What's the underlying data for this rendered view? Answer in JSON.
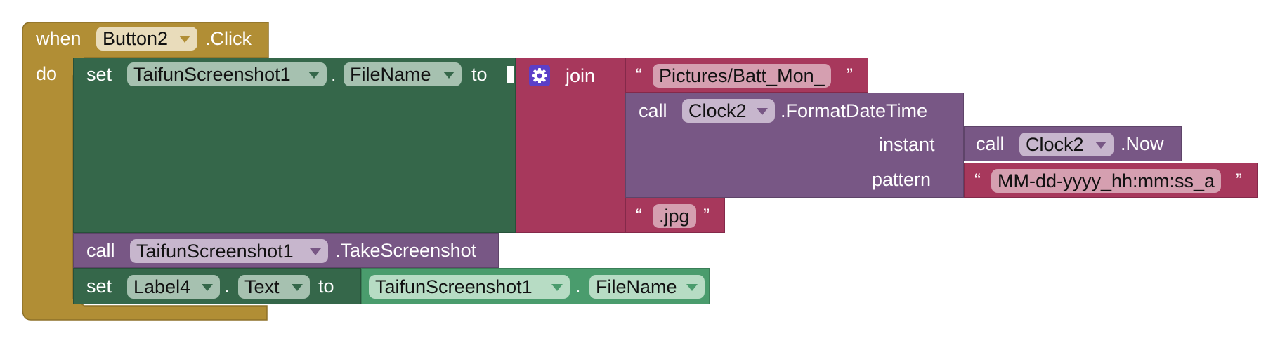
{
  "event_block": {
    "when_label": "when",
    "component": "Button2",
    "event": ".Click",
    "do_label": "do",
    "color": "#b18e35"
  },
  "set_filename": {
    "set_label": "set",
    "component": "TaifunScreenshot1",
    "dot": ".",
    "property": "FileName",
    "to_label": "to",
    "color": "#35674a"
  },
  "join_block": {
    "gear_icon": "gear-icon",
    "label": "join",
    "color": "#a7385c"
  },
  "text_pictures": {
    "open_quote": "“",
    "value": "Pictures/Batt_Mon_",
    "close_quote": "”"
  },
  "format_call": {
    "call_label": "call",
    "component": "Clock2",
    "method": ".FormatDateTime",
    "instant_label": "instant",
    "pattern_label": "pattern",
    "color": "#785785"
  },
  "now_call": {
    "call_label": "call",
    "component": "Clock2",
    "method": ".Now"
  },
  "text_pattern": {
    "open_quote": "“",
    "value": "MM-dd-yyyy_hh:mm:ss_a",
    "close_quote": "”"
  },
  "text_jpg": {
    "open_quote": "“",
    "value": ".jpg",
    "close_quote": "”"
  },
  "take_screenshot_call": {
    "call_label": "call",
    "component": "TaifunScreenshot1",
    "method": ".TakeScreenshot"
  },
  "set_label_text": {
    "set_label": "set",
    "component": "Label4",
    "dot": ".",
    "property": "Text",
    "to_label": "to"
  },
  "getter_filename": {
    "component": "TaifunScreenshot1",
    "dot": ".",
    "property": "FileName",
    "color": "#4a9c6d"
  }
}
